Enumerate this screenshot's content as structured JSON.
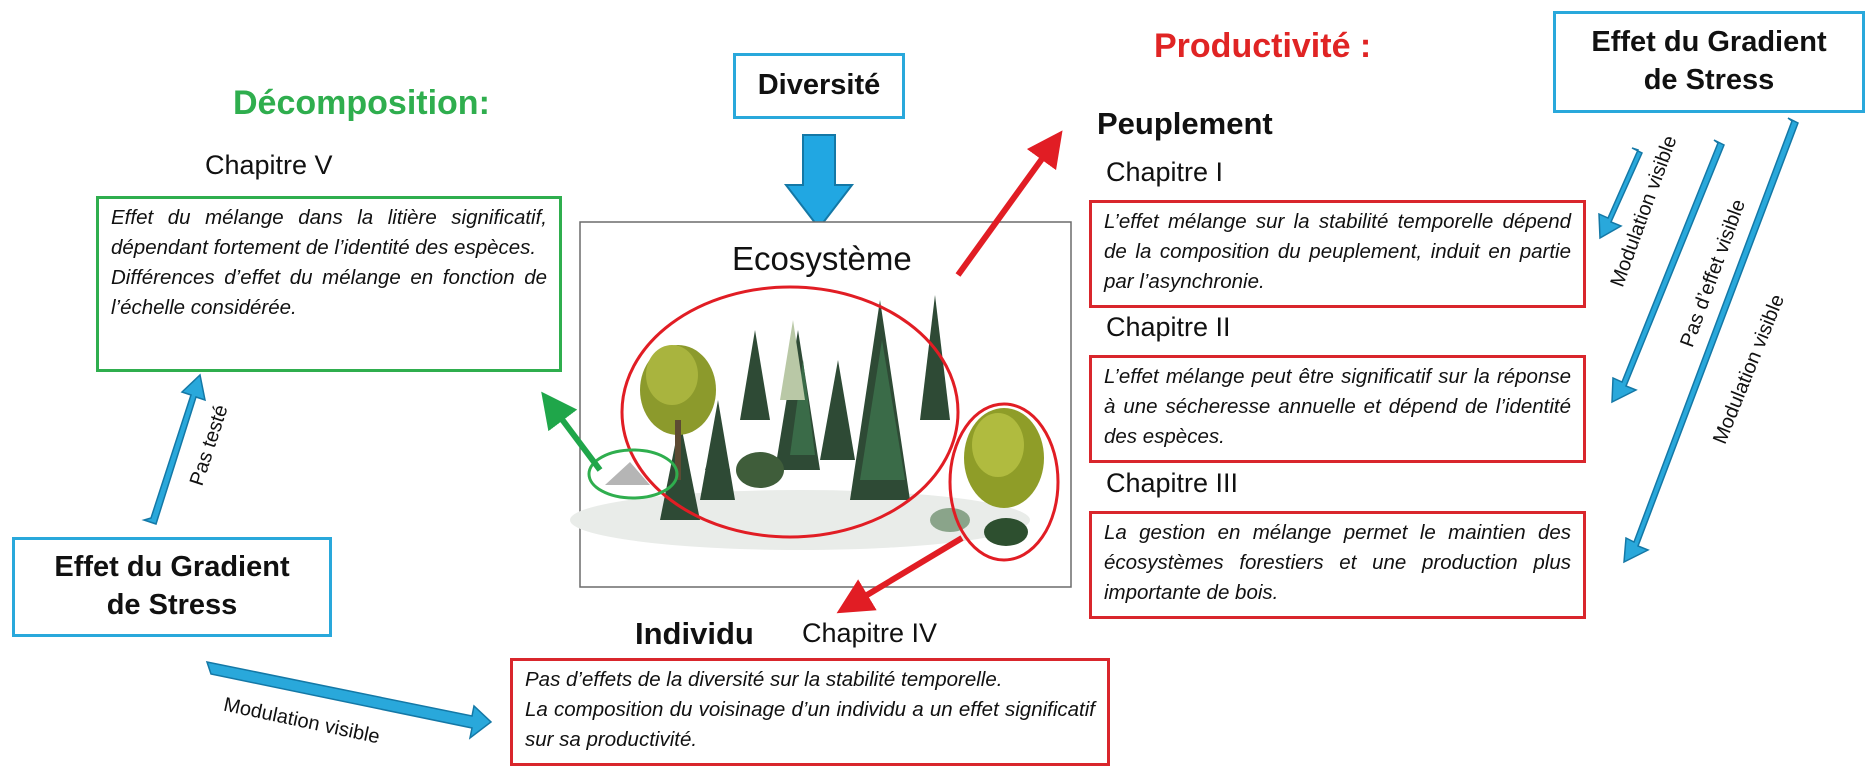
{
  "diversite": "Diversité",
  "decomposition": {
    "title": "Décomposition:",
    "chapter": "Chapitre V",
    "text1": "Effet du mélange dans la litière significatif, dépendant fortement de l’identité des espèces.",
    "text2": "Différences d’effet du mélange en fonction de l’échelle considérée."
  },
  "productivite": {
    "title": "Productivité :",
    "peuplement": "Peuplement",
    "chapters": [
      {
        "label": "Chapitre I",
        "text": "L’effet mélange sur la stabilité temporelle dépend de la composition du peuplement, induit en partie par l’asynchronie."
      },
      {
        "label": "Chapitre II",
        "text": "L’effet mélange peut être significatif sur la réponse à une sécheresse annuelle et dépend de l’identité des espèces."
      },
      {
        "label": "Chapitre III",
        "text": "La gestion en mélange permet le maintien des écosystèmes forestiers et une production plus importante de bois."
      }
    ]
  },
  "ecosysteme": "Ecosystème",
  "individu": {
    "label": "Individu",
    "chapter": "Chapitre IV",
    "text1": "Pas d’effets de la diversité sur la stabilité temporelle.",
    "text2": "La composition du voisinage d’un individu a un effet significatif sur sa productivité."
  },
  "stress_left": "Effet du Gradient de Stress",
  "stress_right": "Effet du Gradient de Stress",
  "arrow_labels": {
    "pas_teste": "Pas testé",
    "modulation_bottom": "Modulation visible",
    "modulation_right_1": "Modulation visible",
    "pas_effet": "Pas d’effet visible",
    "modulation_right_2": "Modulation visible"
  },
  "colors": {
    "green": "#2fae4e",
    "red": "#d9262c",
    "blue": "#29a8db"
  }
}
